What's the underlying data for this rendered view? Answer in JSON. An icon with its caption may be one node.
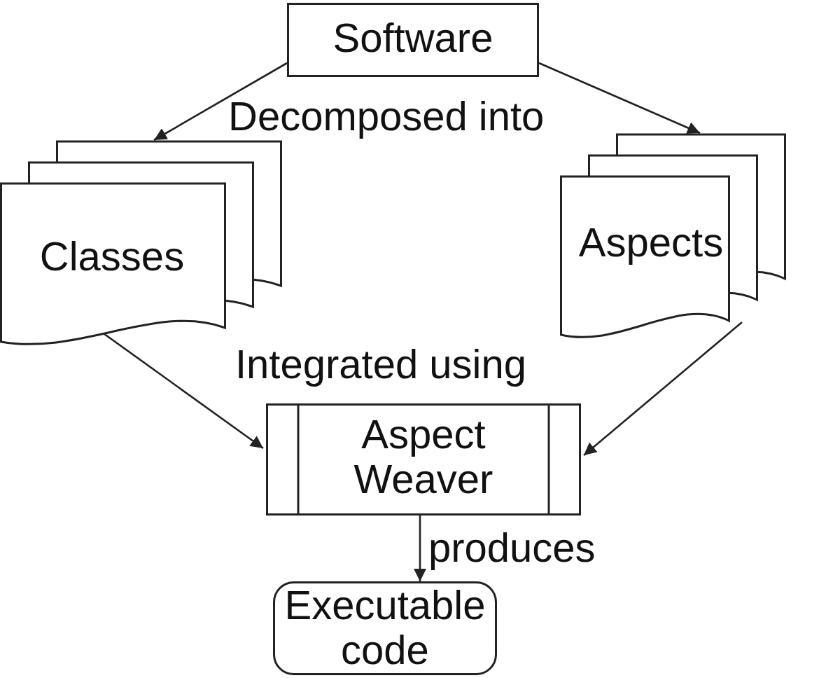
{
  "diagram": {
    "nodes": [
      {
        "text": [
          "Software"
        ]
      },
      {
        "text": [
          "Classes"
        ]
      },
      {
        "text": [
          "Aspects"
        ]
      },
      {
        "text": [
          "Aspect Weaver"
        ]
      },
      {
        "text": [
          "Executable code"
        ]
      }
    ],
    "edges": [
      {
        "from": 0,
        "to": 1,
        "arrow": "to"
      },
      {
        "from": 0,
        "to": 2,
        "arrow": "to"
      },
      {
        "from": 1,
        "to": 3,
        "arrow": "to"
      },
      {
        "from": 2,
        "to": 3,
        "arrow": "to"
      },
      {
        "from": 3,
        "to": 4,
        "arrow": "to",
        "label": "produces"
      }
    ],
    "labels": [
      "Decomposed into",
      "Integrated using"
    ]
  }
}
